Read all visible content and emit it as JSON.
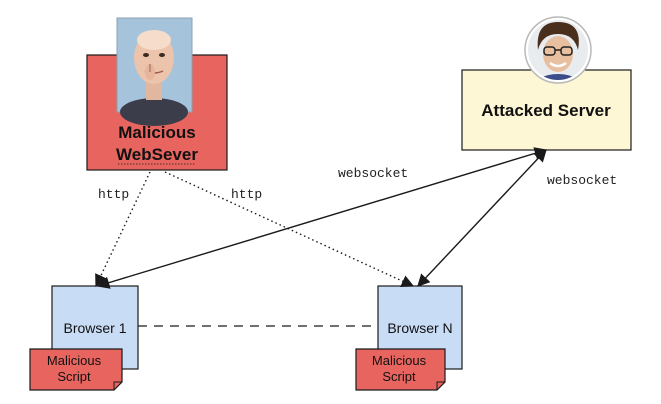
{
  "malicious_server": {
    "title_line1": "Malicious",
    "title_line2": "WebSever",
    "fill": "#e8645f",
    "avatar_icon": "bald-villain-portrait-icon"
  },
  "attacked_server": {
    "title": "Attacked Server",
    "fill": "#fdf7d6",
    "avatar_icon": "spy-hero-portrait-icon"
  },
  "browsers": [
    {
      "label": "Browser 1",
      "script_line1": "Malicious",
      "script_line2": "Script"
    },
    {
      "label": "Browser N",
      "script_line1": "Malicious",
      "script_line2": "Script"
    }
  ],
  "connections": {
    "http_left": "http",
    "http_right": "http",
    "websocket_left": "websocket",
    "websocket_right": "websocket"
  },
  "colors": {
    "browser_fill": "#c8dcf5",
    "script_fill": "#e8645f",
    "stroke": "#1a1a1a"
  }
}
